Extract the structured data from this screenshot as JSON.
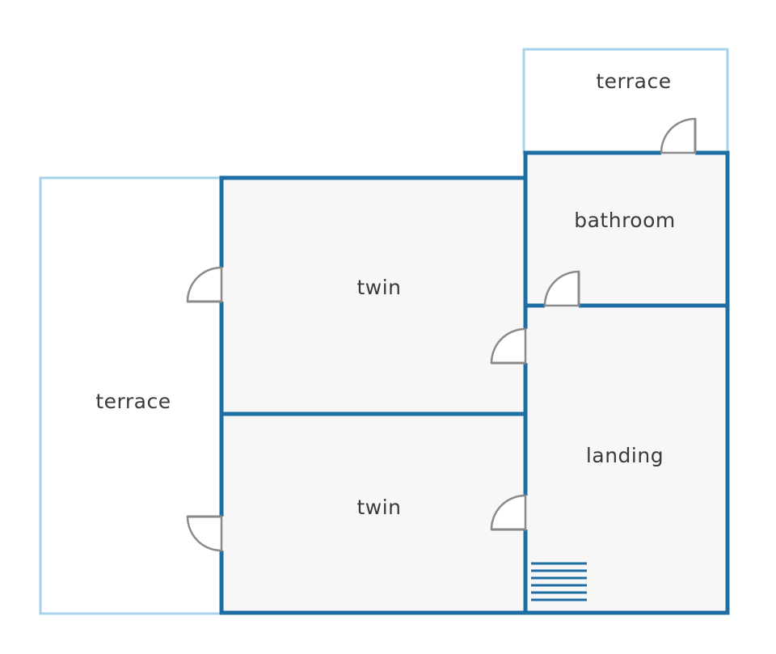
{
  "floorplan": {
    "colors": {
      "wall": "#1f6ea3",
      "terrace_outline": "#a8d2ec",
      "room_fill": "#f7f7f8",
      "door": "#8a8a8a",
      "label": "#3a3a3a"
    },
    "rooms": {
      "terrace_top": "terrace",
      "terrace_left": "terrace",
      "twin_upper": "twin",
      "twin_lower": "twin",
      "bathroom": "bathroom",
      "landing": "landing"
    }
  }
}
